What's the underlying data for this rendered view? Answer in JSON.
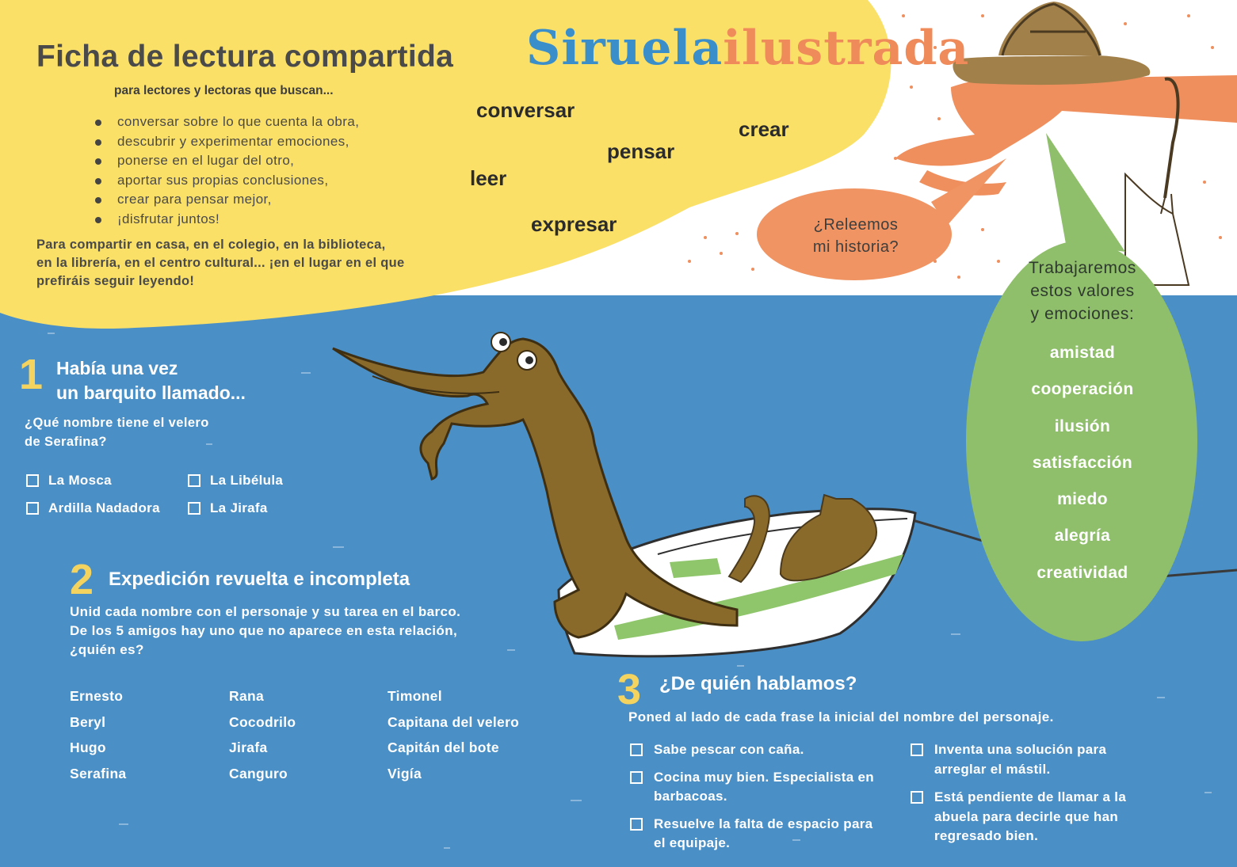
{
  "header": {
    "title": "Ficha de lectura compartida",
    "logo_part1": "Siruela",
    "logo_part2": "ilustrada",
    "subtitle": "para lectores y lectoras que buscan...",
    "bullets": [
      "conversar sobre lo que cuenta la obra,",
      "descubrir y experimentar emociones,",
      "ponerse en el lugar del otro,",
      "aportar sus propias conclusiones,",
      "crear para pensar mejor,",
      "¡disfrutar juntos!"
    ],
    "intro_lines": [
      "Para compartir en casa, en el colegio, en la biblioteca,",
      "en la librería, en el centro cultural... ¡en el lugar en el que",
      "prefiráis seguir leyendo!"
    ]
  },
  "floating_words": {
    "conversar": "conversar",
    "crear": "crear",
    "pensar": "pensar",
    "leer": "leer",
    "expresar": "expresar"
  },
  "orange_bubble": {
    "line1": "¿Releemos",
    "line2": "mi historia?"
  },
  "green_bubble": {
    "title_lines": [
      "Trabajaremos",
      "estos valores",
      "y emociones:"
    ],
    "values": [
      "amistad",
      "cooperación",
      "ilusión",
      "satisfacción",
      "miedo",
      "alegría",
      "creatividad"
    ]
  },
  "section1": {
    "number": "1",
    "title_line1": "Había una vez",
    "title_line2": "un barquito llamado...",
    "question_line1": "¿Qué nombre tiene el velero",
    "question_line2": "de Serafina?",
    "options": [
      "La Mosca",
      "La Libélula",
      "Ardilla Nadadora",
      "La Jirafa"
    ]
  },
  "section2": {
    "number": "2",
    "title": "Expedición revuelta e incompleta",
    "instructions": [
      "Unid cada nombre con el personaje y su tarea en el barco.",
      "De los 5 amigos hay uno que no aparece en esta relación,",
      "¿quién es?"
    ],
    "names": [
      "Ernesto",
      "Beryl",
      "Hugo",
      "Serafina"
    ],
    "animals": [
      "Rana",
      "Cocodrilo",
      "Jirafa",
      "Canguro"
    ],
    "roles": [
      "Timonel",
      "Capitana del velero",
      "Capitán del bote",
      "Vigía"
    ]
  },
  "section3": {
    "number": "3",
    "title": "¿De quién hablamos?",
    "instruction": "Poned al lado de cada frase la inicial del nombre del personaje.",
    "left_items": [
      [
        "Sabe pescar con caña."
      ],
      [
        "Cocina muy bien. Especialista en",
        "barbacoas."
      ],
      [
        "Resuelve la falta de espacio para",
        "el equipaje."
      ]
    ],
    "right_items": [
      [
        "Inventa una solución para",
        "arreglar el mástil."
      ],
      [
        "Está pendiente de llamar a la",
        "abuela para decirle que han",
        "regresado bien."
      ]
    ]
  },
  "colors": {
    "sea": "#4a8fc6",
    "yellow": "#fbe067",
    "orange": "#ef9462",
    "green": "#8fbf6a",
    "number_yellow": "#f4d35e",
    "croc": "#8a6a2a"
  },
  "icons": [
    "crocodile-illustration",
    "rowboat-illustration",
    "giraffe-illustration",
    "checkbox-icon",
    "bullet-icon"
  ]
}
